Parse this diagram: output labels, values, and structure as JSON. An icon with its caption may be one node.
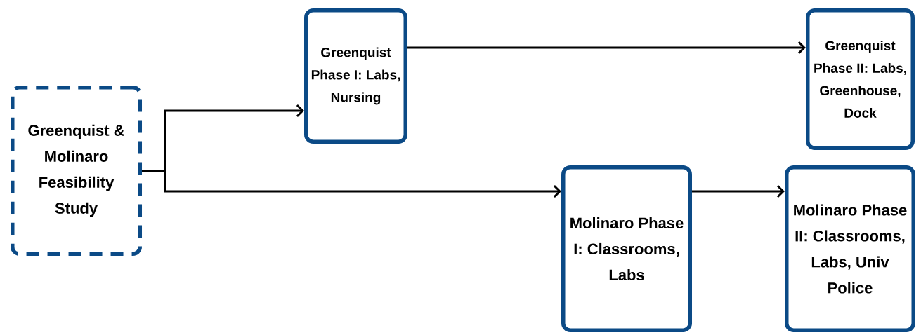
{
  "diagram": {
    "nodes": [
      {
        "text": [
          "Greenquist & Molinaro Feasibility Study"
        ]
      },
      {
        "text": [
          "Greenquist Phase I: Labs, Nursing"
        ]
      },
      {
        "text": [
          "Greenquist Phase II: Labs, Greenhouse, Dock"
        ]
      },
      {
        "text": [
          "Molinaro Phase I: Classrooms, Labs"
        ]
      },
      {
        "text": [
          "Molinaro Phase II: Classrooms, Labs, Univ Police"
        ]
      }
    ],
    "edges": [
      {
        "from": 0,
        "to": 1,
        "arrow": "to"
      },
      {
        "from": 0,
        "to": 3,
        "arrow": "to"
      },
      {
        "from": 1,
        "to": 2,
        "arrow": "to"
      },
      {
        "from": 3,
        "to": 4,
        "arrow": "to"
      }
    ]
  }
}
